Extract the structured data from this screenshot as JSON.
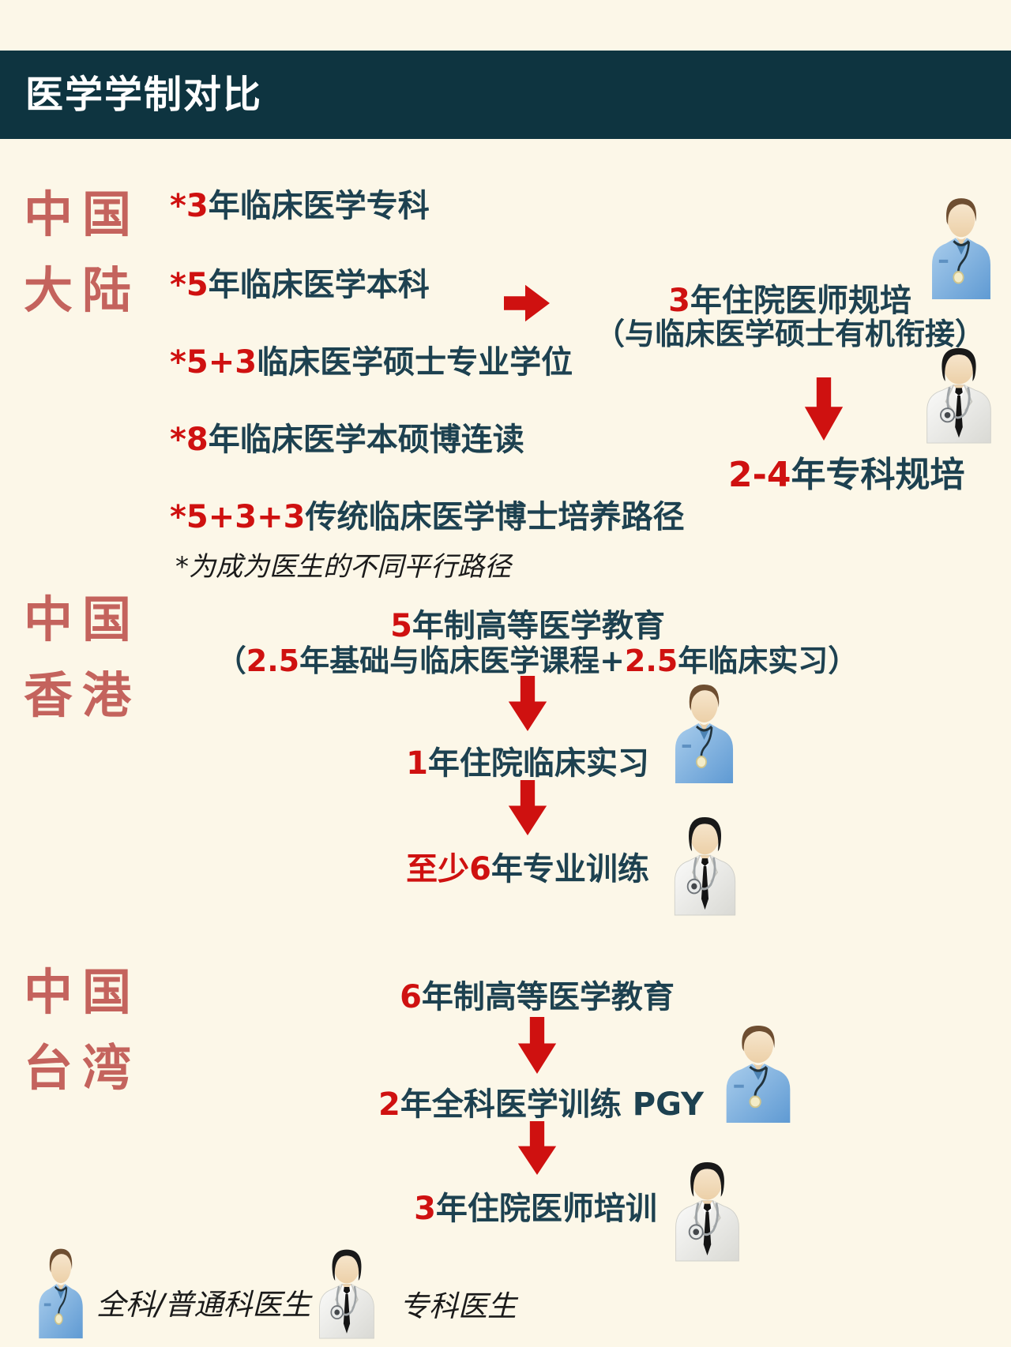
{
  "title": "医学学制对比",
  "theme": {
    "background": "#fcf7e8",
    "header_bg": "#0e3440",
    "text_dark": "#1d4150",
    "accent_red": "#cf1110",
    "label_red": "#c4635d"
  },
  "mainland": {
    "label": [
      "中国",
      "大陆"
    ],
    "items": [
      [
        {
          "t": "*3",
          "c": "red"
        },
        {
          "t": "年临床医学专科",
          "c": "dark"
        }
      ],
      [
        {
          "t": "*5",
          "c": "red"
        },
        {
          "t": "年临床医学本科",
          "c": "dark"
        }
      ],
      [
        {
          "t": "*5+3",
          "c": "red"
        },
        {
          "t": "临床医学硕士专业学位",
          "c": "dark"
        }
      ],
      [
        {
          "t": "*8",
          "c": "red"
        },
        {
          "t": "年临床医学本硕博连读",
          "c": "dark"
        }
      ],
      [
        {
          "t": "*5+3+3",
          "c": "red"
        },
        {
          "t": "传统临床医学博士培养路径",
          "c": "dark"
        }
      ]
    ],
    "footnote": "*为成为医生的不同平行路径",
    "flow_title": [
      {
        "t": "3",
        "c": "red"
      },
      {
        "t": "年住院医师规培",
        "c": "dark"
      }
    ],
    "flow_subtitle": [
      {
        "t": "（与临床医学硕士有机衔接）",
        "c": "dark"
      }
    ],
    "flow_result": [
      {
        "t": "2-4",
        "c": "red"
      },
      {
        "t": "年专科规培",
        "c": "dark"
      }
    ]
  },
  "hongkong": {
    "label": [
      "中国",
      "香港"
    ],
    "stage1_line1": [
      {
        "t": "5",
        "c": "red"
      },
      {
        "t": "年制高等医学教育",
        "c": "dark"
      }
    ],
    "stage1_line2": [
      {
        "t": "（",
        "c": "dark"
      },
      {
        "t": "2.5",
        "c": "red"
      },
      {
        "t": "年基础与临床医学课程+",
        "c": "dark"
      },
      {
        "t": "2.5",
        "c": "red"
      },
      {
        "t": "年临床实习）",
        "c": "dark"
      }
    ],
    "stage2": [
      {
        "t": "1",
        "c": "red"
      },
      {
        "t": "年住院临床实习",
        "c": "dark"
      }
    ],
    "stage3": [
      {
        "t": "至少6",
        "c": "red"
      },
      {
        "t": "年专业训练",
        "c": "dark"
      }
    ]
  },
  "taiwan": {
    "label": [
      "中国",
      "台湾"
    ],
    "stage1": [
      {
        "t": "6",
        "c": "red"
      },
      {
        "t": "年制高等医学教育",
        "c": "dark"
      }
    ],
    "stage2": [
      {
        "t": "2",
        "c": "red"
      },
      {
        "t": "年全科医学训练 PGY",
        "c": "dark"
      }
    ],
    "stage3": [
      {
        "t": "3",
        "c": "red"
      },
      {
        "t": "年住院医师培训",
        "c": "dark"
      }
    ]
  },
  "legend": {
    "gp_label": "全科/普通科医生",
    "specialist_label": "专科医生"
  }
}
